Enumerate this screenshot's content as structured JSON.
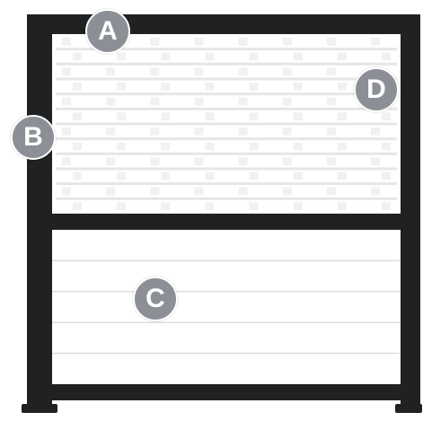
{
  "diagram": {
    "colors": {
      "frame": "#1f2123",
      "frame_edge": "#2b2d30",
      "panel": "#ffffff",
      "slat_gap": "#dcdcdc",
      "lattice_gap": "#e6e6e6",
      "badge_fill": "#8c9096"
    },
    "labels": {
      "a": "A",
      "b": "B",
      "c": "C",
      "d": "D"
    }
  }
}
